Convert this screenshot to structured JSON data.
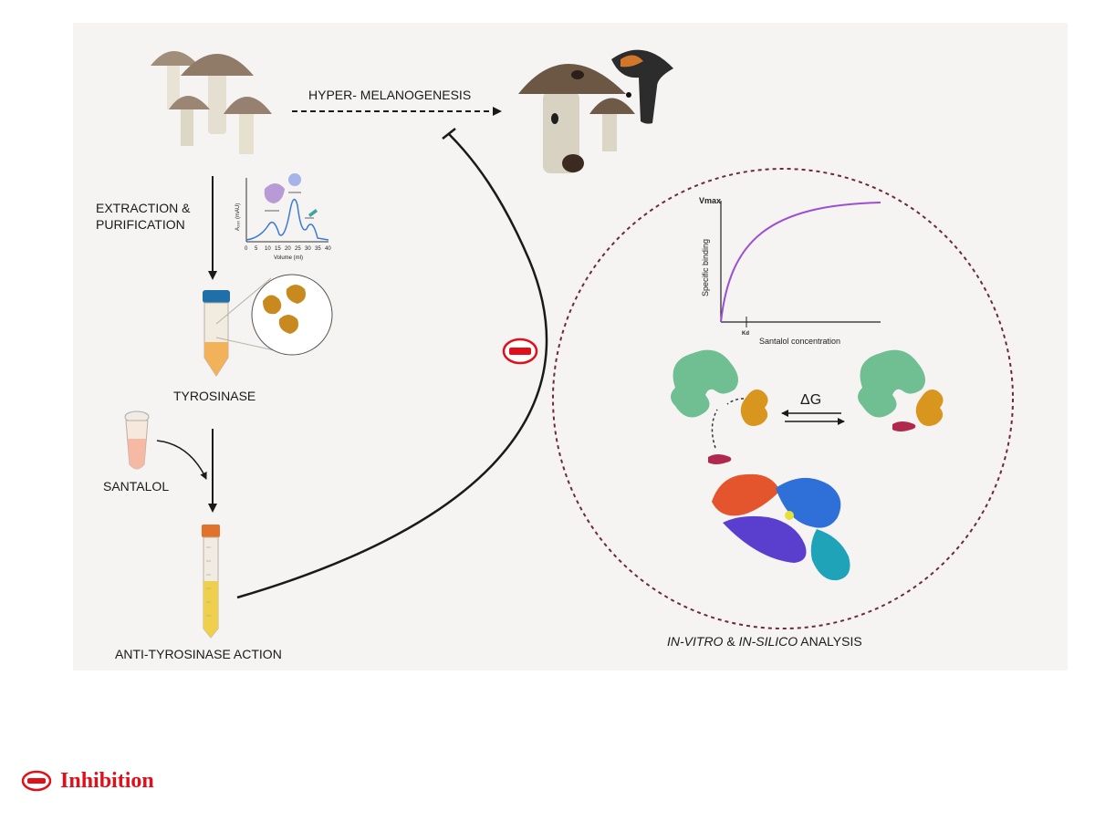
{
  "labels": {
    "hyper_melanogenesis": "HYPER- MELANOGENESIS",
    "extraction_line1": "EXTRACTION &",
    "extraction_line2": "PURIFICATION",
    "tyrosinase": "TYROSINASE",
    "santalol": "SANTALOL",
    "anti_tyrosinase": "ANTI-TYROSINASE ACTION",
    "analysis_invitro": "IN-VITRO",
    "analysis_amp": " & ",
    "analysis_insilico": "IN-SILICO",
    "analysis_rest": " ANALYSIS",
    "delta_g": "ΔG"
  },
  "chromatogram": {
    "ylabel": "A₂₈₀ (mAU)",
    "xlabel": "Volume (ml)",
    "xticks": [
      "0",
      "5",
      "10",
      "15",
      "20",
      "25",
      "30",
      "35",
      "40"
    ]
  },
  "binding_curve": {
    "ymax_label": "Vmax",
    "ylabel": "Specific binding",
    "kd_label": "Kd",
    "xlabel": "Santalol concentration"
  },
  "legend": {
    "label": "Inhibition"
  },
  "colors": {
    "inhibition_red": "#e0101a",
    "curve_purple": "#9b4fd1",
    "dashed_circle": "#6b2b3b",
    "protein_green": "#6fbf92",
    "ligand_orange": "#d9961e",
    "ligand_red": "#b0284d"
  }
}
